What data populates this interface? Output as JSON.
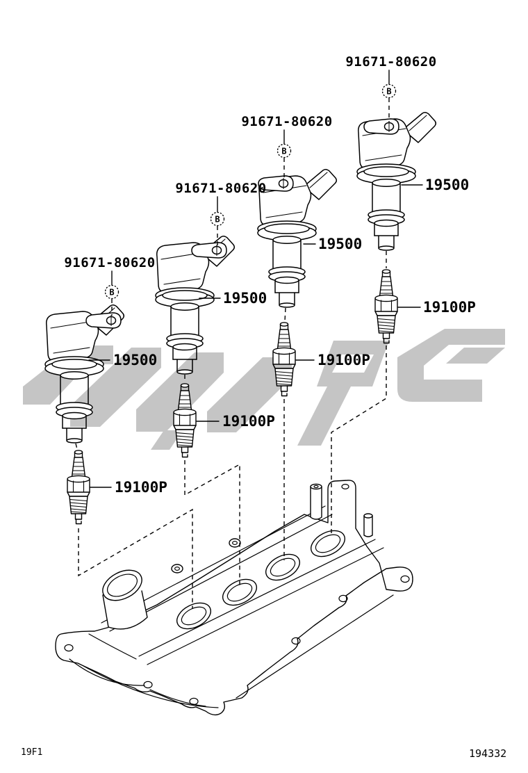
{
  "diagram": {
    "footer": {
      "left_code": "19F1",
      "right_code": "194332"
    },
    "parts": {
      "mount_bolt": {
        "part_number": "91671-80620",
        "callout_symbol": "B"
      },
      "ignition_coil": {
        "part_number": "19500"
      },
      "spark_plug": {
        "part_number": "19100P"
      }
    },
    "colors": {
      "line": "#000000",
      "background": "#ffffff",
      "watermark": "#c5c5c5"
    }
  }
}
